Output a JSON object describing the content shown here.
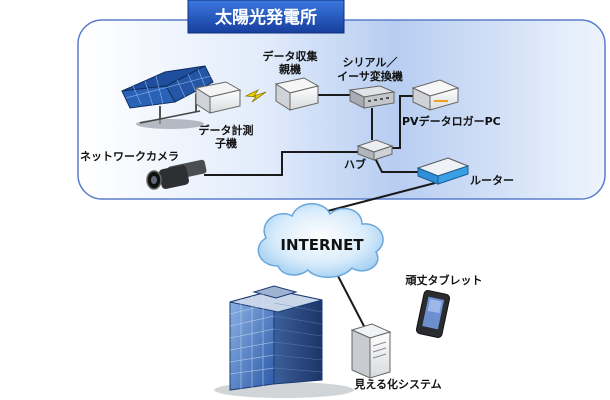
{
  "title": "太陽光発電所",
  "labels": {
    "collector_line1": "データ収集",
    "collector_line2": "親機",
    "converter_line1": "シリアル／",
    "converter_line2": "イーサ変換機",
    "meter_line1": "データ計測",
    "meter_line2": "子機",
    "logger_pc": "PVデータロガーPC",
    "camera": "ネットワークカメラ",
    "hub": "ハブ",
    "router": "ルーター",
    "internet": "INTERNET",
    "tablet": "頑丈タブレット",
    "server": "見える化システム"
  },
  "icons": [
    "solar-panel-icon",
    "wireless-signal-icon",
    "data-meter-icon",
    "data-collector-icon",
    "serial-converter-icon",
    "network-hub-icon",
    "router-icon",
    "pc-icon",
    "network-camera-icon",
    "internet-cloud-icon",
    "office-building-icon",
    "server-icon",
    "tablet-icon"
  ],
  "colors": {
    "title_bar": "#1f57c8",
    "panel_edge": "#5a7dcc",
    "panel_fill": "#c9dcf6"
  }
}
